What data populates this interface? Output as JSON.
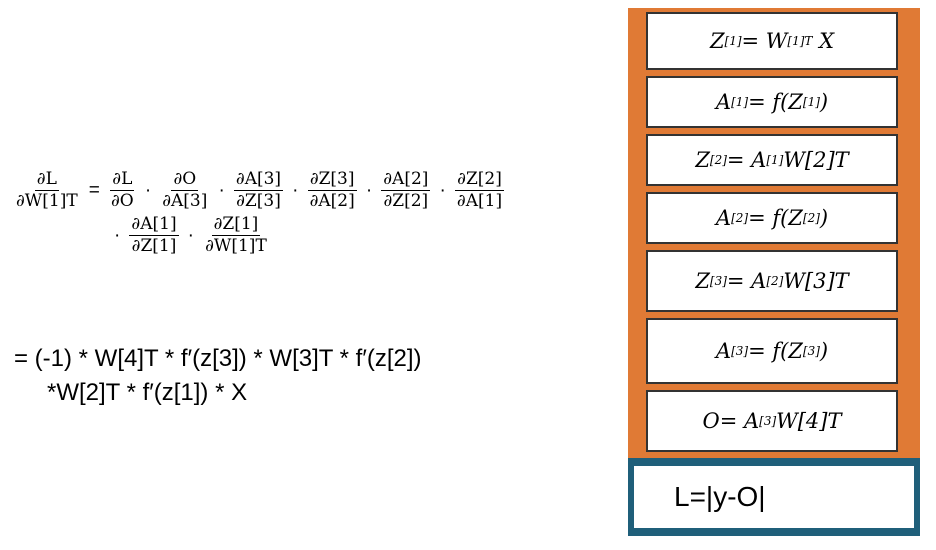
{
  "gradient_equation": {
    "lhs": {
      "num": "∂L",
      "den": "∂W[1]T"
    },
    "equals": "=",
    "terms_row1": [
      {
        "num": "∂L",
        "den": "∂O"
      },
      {
        "num": "∂O",
        "den": "∂A[3]"
      },
      {
        "num": "∂A[3]",
        "den": "∂Z[3]"
      },
      {
        "num": "∂Z[3]",
        "den": "∂A[2]"
      },
      {
        "num": "∂A[2]",
        "den": "∂Z[2]"
      },
      {
        "num": "∂Z[2]",
        "den": "∂A[1]"
      }
    ],
    "terms_row2": [
      {
        "num": "∂A[1]",
        "den": "∂Z[1]"
      },
      {
        "num": "∂Z[1]",
        "den": "∂W[1]T"
      }
    ],
    "dot": "·"
  },
  "expanded_expression": {
    "line1": "= (-1) * W[4]T * f′(z[3]) * W[3]T * f′(z[2])",
    "line2": "*W[2]T * f′(z[1]) * X"
  },
  "network_stack": [
    {
      "base": "Z",
      "sup": "[1]",
      "rest": " = W",
      "rest_sup": "[1]T",
      "tail": "X"
    },
    {
      "base": "A",
      "sup": "[1]",
      "rest": " = f(Z",
      "rest_sup": "[1]",
      "tail": ")"
    },
    {
      "base": "Z",
      "sup": "[2]",
      "rest": " = A",
      "rest_sup": "[1]",
      "tail": "W[2]T"
    },
    {
      "base": "A",
      "sup": "[2]",
      "rest": " = f(Z",
      "rest_sup": "[2]",
      "tail": ")"
    },
    {
      "base": "Z",
      "sup": "[3]",
      "rest": " = A",
      "rest_sup": "[2]",
      "tail": "W[3]T"
    },
    {
      "base": "A",
      "sup": "[3]",
      "rest": " = f(Z",
      "rest_sup": "[3]",
      "tail": ")"
    },
    {
      "base": "O",
      "sup": "",
      "rest": " = A",
      "rest_sup": "[3]",
      "tail": "W[4]T"
    }
  ],
  "loss_box": "L=|y-O|",
  "colors": {
    "stack_fill": "#E07A35",
    "loss_border": "#1f5f7a"
  }
}
